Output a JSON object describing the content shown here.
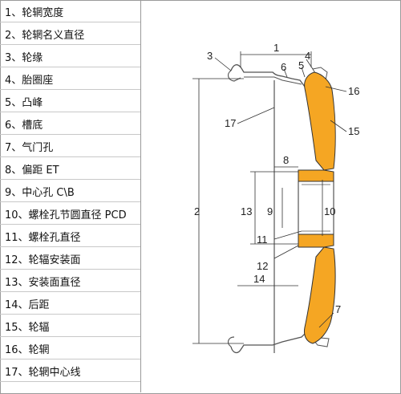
{
  "legend": {
    "items": [
      "1、轮辋宽度",
      "2、轮辋名义直径",
      "3、轮缘",
      "4、胎圈座",
      "5、凸峰",
      "6、槽底",
      "7、气门孔",
      "8、偏距 ET",
      "9、中心孔 C\\B",
      "10、螺栓孔节圆直径 PCD",
      "11、螺栓孔直径",
      "12、轮辐安装面",
      "13、安装面直径",
      "14、后距",
      "15、轮辐",
      "16、轮辋",
      "17、轮辋中心线"
    ]
  },
  "diagram": {
    "callouts": [
      "1",
      "2",
      "3",
      "4",
      "5",
      "6",
      "7",
      "8",
      "9",
      "10",
      "11",
      "12",
      "13",
      "14",
      "15",
      "16",
      "17"
    ],
    "colors": {
      "spoke_fill": "#f5a623",
      "line": "#333333",
      "rim_outline": "#555555"
    }
  }
}
